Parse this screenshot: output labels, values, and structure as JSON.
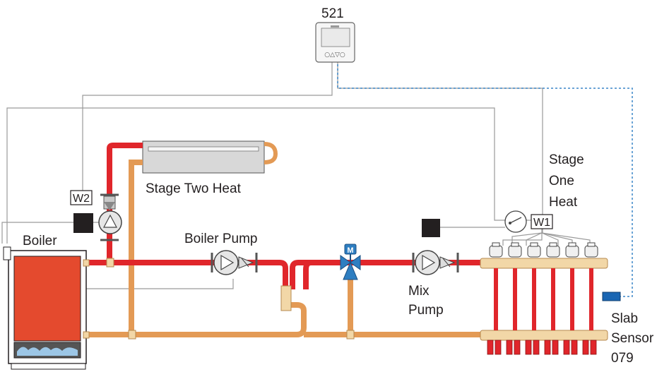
{
  "labels": {
    "controller": "521",
    "boiler": "Boiler",
    "stage_two_heat": "Stage Two Heat",
    "stage_one_heat": [
      "Stage",
      "One",
      "Heat"
    ],
    "boiler_pump": "Boiler Pump",
    "mix_pump": [
      "Mix",
      "Pump"
    ],
    "slab_sensor": [
      "Slab",
      "Sensor",
      "079"
    ],
    "relay_w2": "W2",
    "relay_w1": "W1",
    "mixing_valve_badge": "M"
  },
  "colors": {
    "supply_pipe": "#e0262b",
    "return_pipe": "#e39a55",
    "boiler_body": "#e44a2e",
    "valve_blue": "#2e7ec1",
    "sensor_blue": "#1a66b3",
    "sensor_wire": "#3a86c8",
    "control_wire": "#9a9a9a",
    "brass": "#f2d7a7"
  },
  "icons": {
    "controller": "thermostat-icon",
    "circulator": "pump-icon",
    "mixing_valve": "motorized-valve-icon",
    "zone_switch": "switch-icon",
    "relay_box": "relay-icon"
  }
}
